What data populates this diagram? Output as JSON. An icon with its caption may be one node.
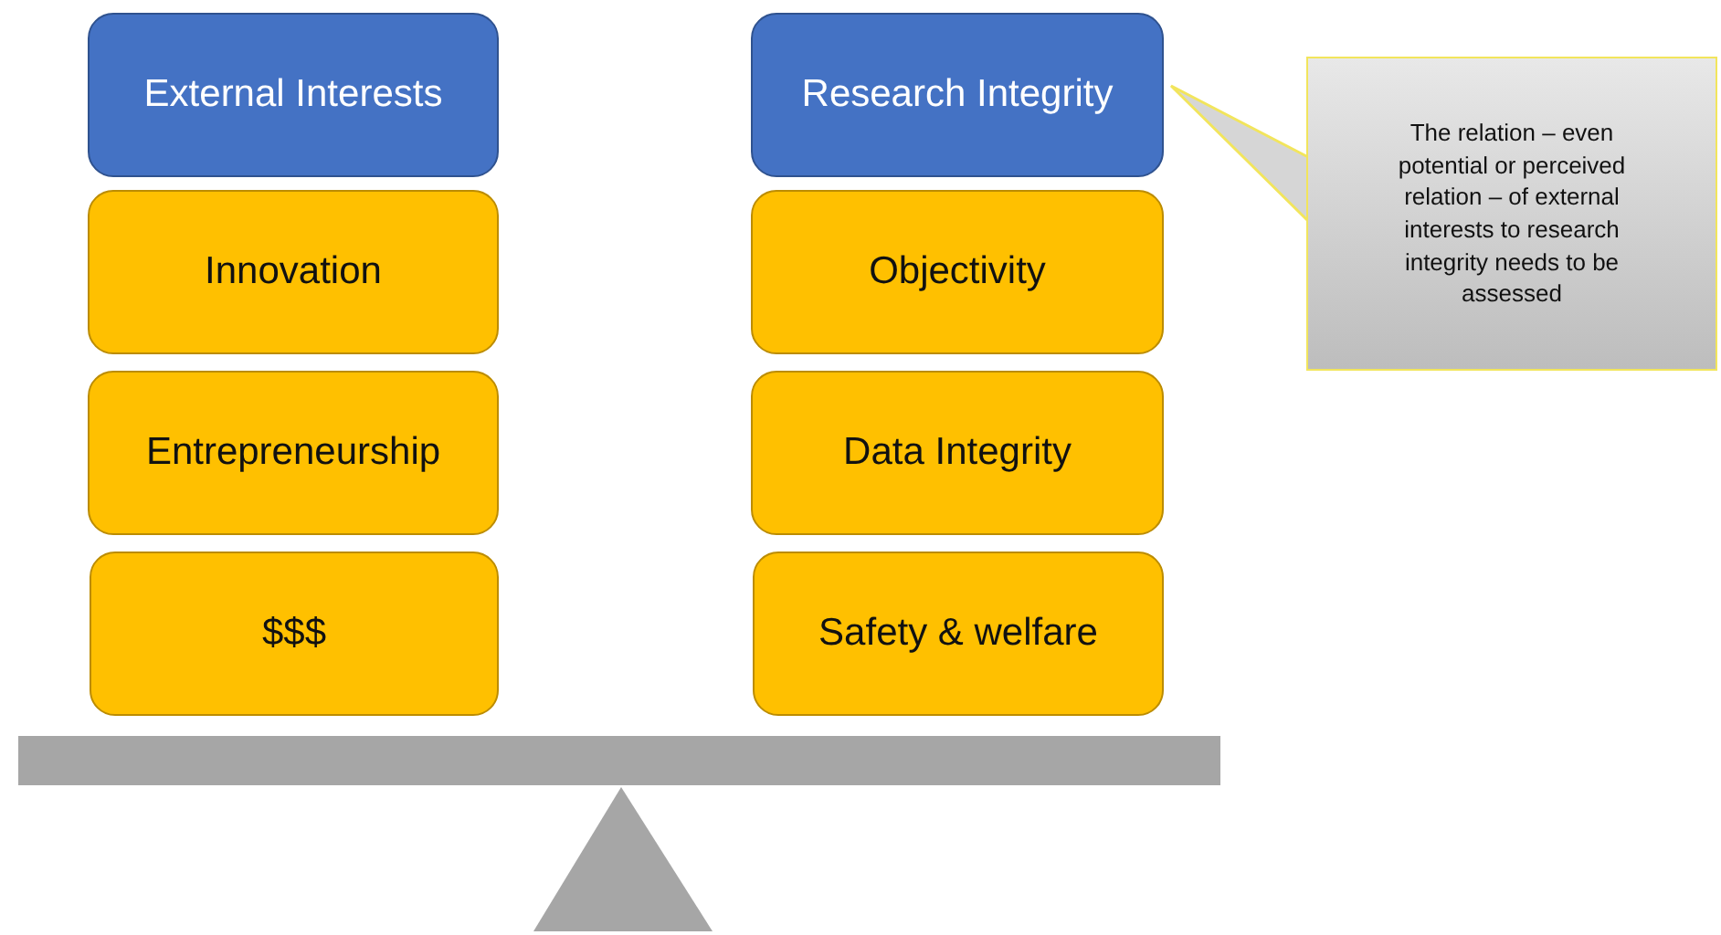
{
  "diagram": {
    "nodes": [
      {
        "text": [
          "External Interests"
        ]
      },
      {
        "text": [
          "Innovation"
        ]
      },
      {
        "text": [
          "Entrepreneurship"
        ]
      },
      {
        "text": [
          "$$$"
        ]
      },
      {
        "text": [
          "Research Integrity"
        ]
      },
      {
        "text": [
          "Objectivity"
        ]
      },
      {
        "text": [
          "Data Integrity"
        ]
      },
      {
        "text": [
          "Safety & welfare"
        ]
      },
      {
        "text": [
          "The relation – even potential or perceived relation – of external interests to research integrity needs to be assessed"
        ]
      }
    ],
    "edges": [
      {
        "from": 8,
        "to": 4,
        "arrow": "none"
      }
    ]
  }
}
